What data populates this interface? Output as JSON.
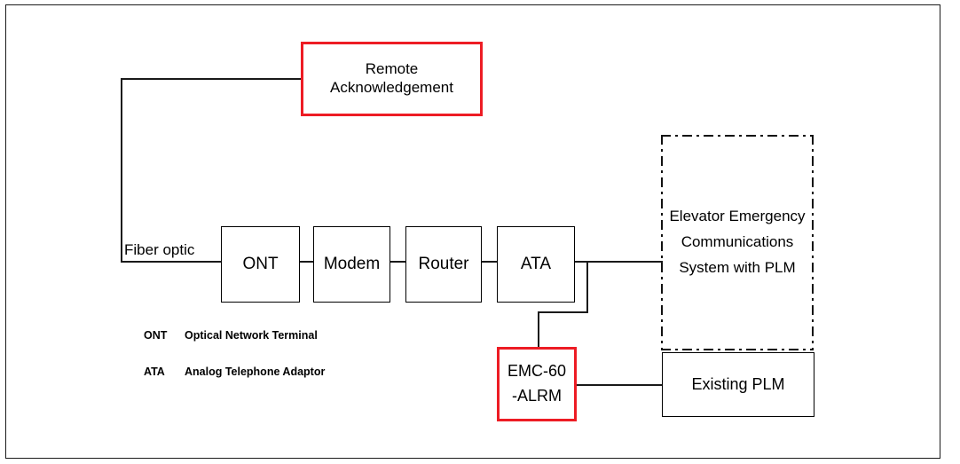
{
  "diagram": {
    "title_text": "",
    "colors": {
      "accent_red": "#ED1C24",
      "line_black": "#1a1a1a",
      "background": "#ffffff"
    },
    "nodes": {
      "remote_ack": {
        "label": "Remote\nAcknowledgement",
        "style": "red-outline"
      },
      "ont": {
        "label": "ONT",
        "style": "black-outline"
      },
      "modem": {
        "label": "Modem",
        "style": "black-outline"
      },
      "router": {
        "label": "Router",
        "style": "black-outline"
      },
      "ata": {
        "label": "ATA",
        "style": "black-outline"
      },
      "elevator_system": {
        "label": "Elevator\nEmergency\nCommunications\nSystem\nwith\nPLM",
        "style": "dash-dot-outline"
      },
      "emc60": {
        "label": "EMC-60\n-ALRM",
        "style": "red-outline"
      },
      "existing_plm": {
        "label": "Existing PLM",
        "style": "black-outline"
      }
    },
    "labels": {
      "fiber_optic": "Fiber optic"
    },
    "legend": [
      {
        "abbr": "ONT",
        "expansion": "Optical Network Terminal"
      },
      {
        "abbr": "ATA",
        "expansion": "Analog Telephone Adaptor"
      }
    ]
  }
}
